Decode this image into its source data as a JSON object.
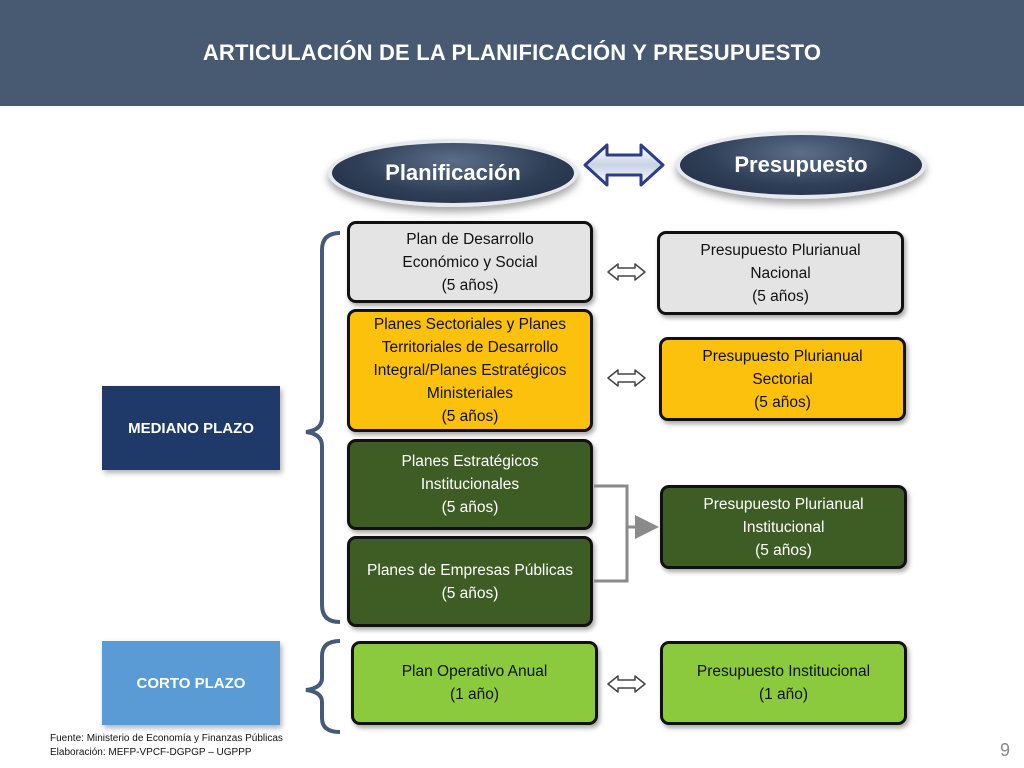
{
  "header": {
    "title": "ARTICULACIÓN DE LA PLANIFICACIÓN Y PRESUPUESTO"
  },
  "columns": {
    "left": "Planificación",
    "right": "Presupuesto"
  },
  "plazos": {
    "mediano": "MEDIANO PLAZO",
    "corto": "CORTO PLAZO"
  },
  "planificacion": [
    {
      "lines": [
        "Plan de Desarrollo",
        "Económico y Social",
        "(5 años)"
      ]
    },
    {
      "lines": [
        "Planes Sectoriales y Planes",
        "Territoriales de Desarrollo",
        "Integral/Planes Estratégicos",
        "Ministeriales",
        "(5 años)"
      ]
    },
    {
      "lines": [
        "Planes Estratégicos",
        "Institucionales",
        "(5 años)"
      ]
    },
    {
      "lines": [
        "Planes de Empresas Públicas",
        "(5 años)"
      ]
    },
    {
      "lines": [
        "Plan Operativo Anual",
        "(1 año)"
      ]
    }
  ],
  "presupuesto": [
    {
      "lines": [
        "Presupuesto Plurianual",
        "Nacional",
        "(5 años)"
      ]
    },
    {
      "lines": [
        "Presupuesto Plurianual",
        "Sectorial",
        "(5 años)"
      ]
    },
    {
      "lines": [
        "Presupuesto Plurianual",
        "Institucional",
        "(5 años)"
      ]
    },
    {
      "lines": [
        "Presupuesto Institucional",
        "(1 año)"
      ]
    }
  ],
  "footer": {
    "fuente": "Fuente: Ministerio de Economía y Finanzas Públicas",
    "elaboracion": "Elaboración: MEFP-VPCF-DGPGP – UGPPP"
  },
  "page_number": "9",
  "colors": {
    "header": "#475a72",
    "mediano": "#1f3a68",
    "corto": "#5b9bd5",
    "gray": "#e4e4e4",
    "gold": "#fcc10d",
    "dark_green": "#3d5d24",
    "light_green": "#8cca3d"
  }
}
